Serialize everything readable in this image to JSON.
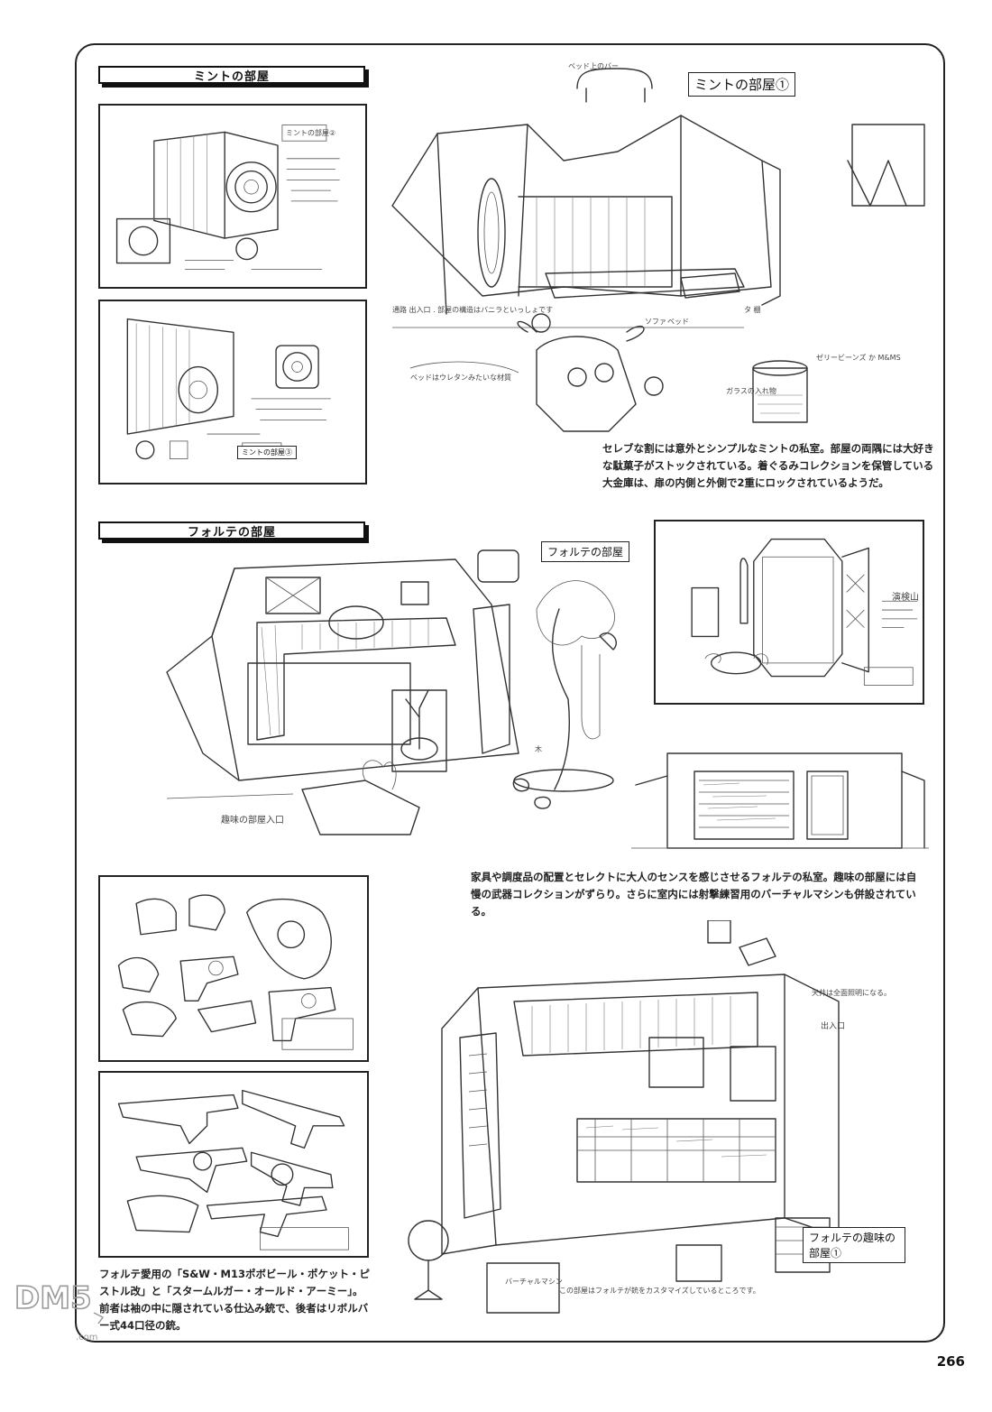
{
  "sections": {
    "mint": {
      "title": "ミントの部屋",
      "sketch_label": "ミントの部屋①",
      "caption": "セレブな割には意外とシンプルなミントの私室。部屋の両隅には大好きな駄菓子がストックされている。着ぐるみコレクションを保管している大金庫は、扉の内側と外側で2重にロックされているようだ。",
      "notes": {
        "bar": "ベッド上のバー",
        "passage": "通路 出入口 . 部屋の構造はバニラといっしょです",
        "bed": "ベッド",
        "sofa": "ソファ",
        "drawer": "タ 棚",
        "jelly": "ゼリービーンズ か M&MS",
        "glass": "ガラスの入れ物",
        "cushion": "ベッドはウレタンみたいな材質"
      },
      "mini_labels": [
        "ミントの部屋②",
        "ミントの部屋③"
      ]
    },
    "forte": {
      "title": "フォルテの部屋",
      "sketch_label": "フォルテの部屋",
      "caption": "家具や調度品の配置とセレクトに大人のセンスを感じさせるフォルテの私室。趣味の部屋には自慢の武器コレクションがずらり。さらに室内には射撃練習用のバーチャルマシンも併設されている。",
      "hobby_label": "フォルテの趣味の部屋①",
      "notes": {
        "range": "演検山",
        "tree": "木",
        "hobby_entrance": "趣味の部屋入口",
        "exit": "出入口",
        "virtual": "バーチャルマシン",
        "ceiling": "天井は全面照明になる。",
        "customize": "この部屋はフォルテが銃をカスタマイズしているところです。"
      },
      "gun_caption": "フォルテ愛用の「S&W・M13ポボビール・ポケット・ピストル改」と「スタームルガー・オールド・アーミー」。前者は袖の中に隠されている仕込み銃で、後者はリボルバー式44口径の銃。"
    }
  },
  "page_number": "266",
  "watermark": "DM5.com"
}
